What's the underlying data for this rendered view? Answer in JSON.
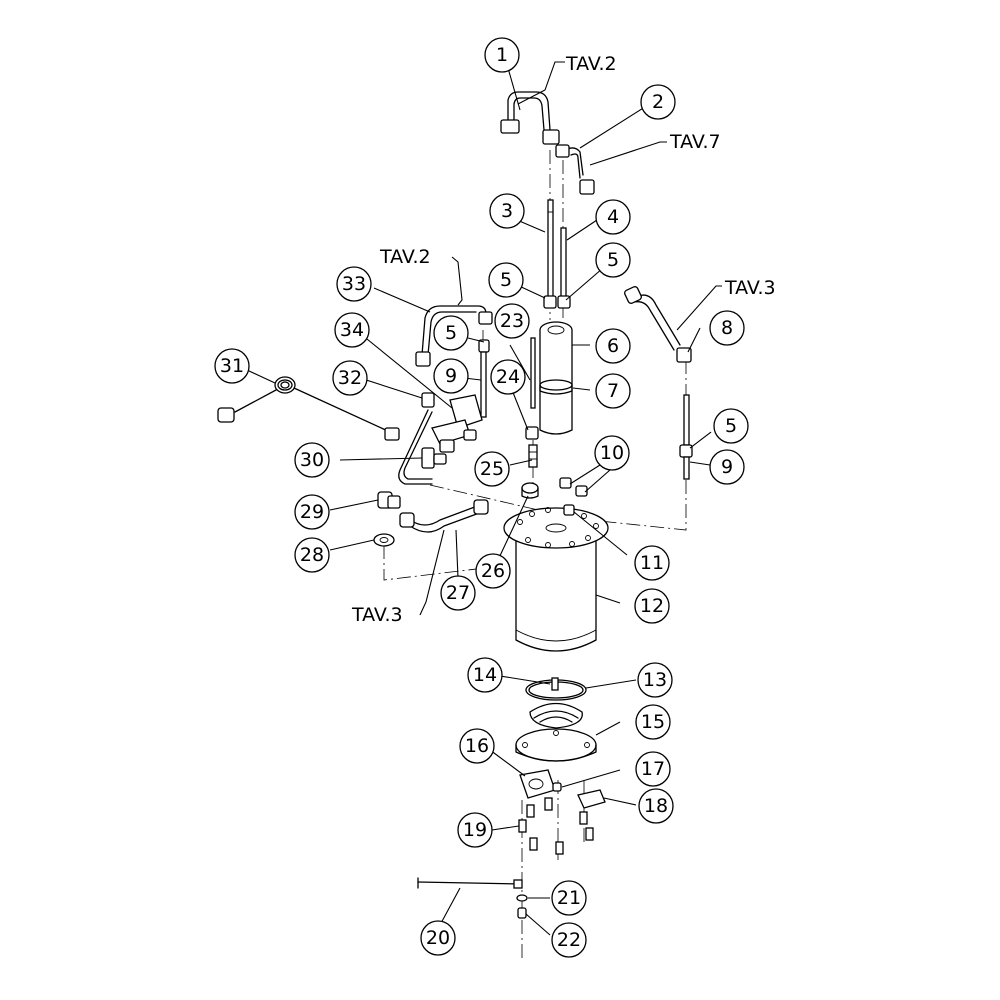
{
  "callouts": {
    "c1": "1",
    "c2": "2",
    "c3": "3",
    "c4": "4",
    "c5a": "5",
    "c5b": "5",
    "c5c": "5",
    "c5d": "5",
    "c6": "6",
    "c7": "7",
    "c8": "8",
    "c9a": "9",
    "c9b": "9",
    "c10": "10",
    "c11": "11",
    "c12": "12",
    "c13": "13",
    "c14": "14",
    "c15": "15",
    "c16": "16",
    "c17": "17",
    "c18": "18",
    "c19": "19",
    "c20": "20",
    "c21": "21",
    "c22": "22",
    "c23": "23",
    "c24": "24",
    "c25": "25",
    "c26": "26",
    "c27": "27",
    "c28": "28",
    "c29": "29",
    "c30": "30",
    "c31": "31",
    "c32": "32",
    "c33": "33",
    "c34": "34"
  },
  "references": {
    "r1": "TAV.2",
    "r2": "TAV.7",
    "r3": "TAV.2",
    "r4": "TAV.3",
    "r5": "TAV.3"
  }
}
